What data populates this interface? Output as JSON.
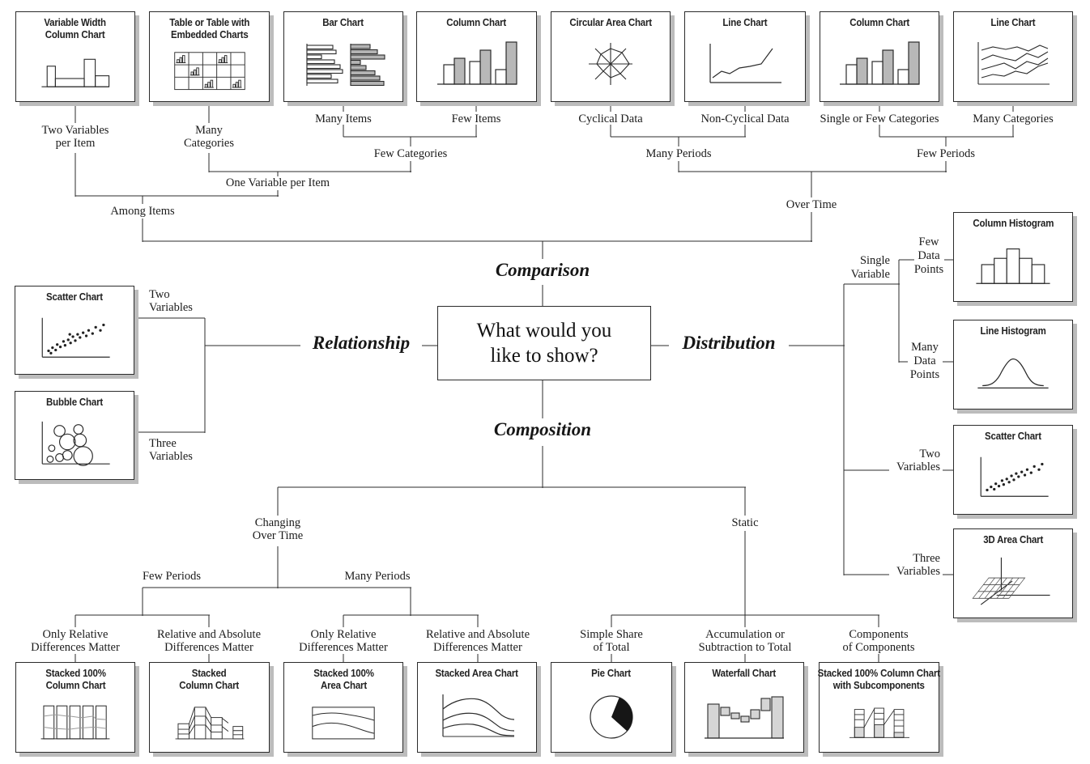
{
  "question": {
    "line1": "What would you",
    "line2": "like to show?"
  },
  "branches": {
    "comparison": "Comparison",
    "relationship": "Relationship",
    "distribution": "Distribution",
    "composition": "Composition"
  },
  "labels": {
    "two_variables_per_item": [
      "Two Variables",
      "per Item"
    ],
    "many_categories_top": [
      "Many",
      "Categories"
    ],
    "many_items": "Many Items",
    "few_items": "Few Items",
    "cyclical_data": "Cyclical Data",
    "non_cyclical_data": "Non-Cyclical Data",
    "single_or_few_categories": "Single or Few Categories",
    "many_categories_right": "Many Categories",
    "few_categories": "Few Categories",
    "many_periods_top": "Many Periods",
    "few_periods_top": "Few Periods",
    "one_variable_per_item": "One Variable per Item",
    "over_time": "Over Time",
    "among_items": "Among Items",
    "two_variables_rel": [
      "Two",
      "Variables"
    ],
    "three_variables_rel": [
      "Three",
      "Variables"
    ],
    "single_variable": [
      "Single",
      "Variable"
    ],
    "few_data_points": [
      "Few",
      "Data",
      "Points"
    ],
    "many_data_points": [
      "Many",
      "Data",
      "Points"
    ],
    "two_variables_dist": [
      "Two",
      "Variables"
    ],
    "three_variables_dist": [
      "Three",
      "Variables"
    ],
    "changing_over_time": [
      "Changing",
      "Over Time"
    ],
    "static_label": "Static",
    "few_periods_bottom": "Few Periods",
    "many_periods_bottom": "Many Periods",
    "only_relative_1": [
      "Only Relative",
      "Differences Matter"
    ],
    "rel_abs_1": [
      "Relative and Absolute",
      "Differences Matter"
    ],
    "only_relative_2": [
      "Only Relative",
      "Differences Matter"
    ],
    "rel_abs_2": [
      "Relative and Absolute",
      "Differences Matter"
    ],
    "simple_share": [
      "Simple Share",
      "of Total"
    ],
    "accumulation": [
      "Accumulation or",
      "Subtraction to Total"
    ],
    "components": [
      "Components",
      "of Components"
    ]
  },
  "nodes": {
    "variable_width_column": {
      "t1": "Variable Width",
      "t2": "Column Chart"
    },
    "table_embedded": {
      "t1": "Table or Table with",
      "t2": "Embedded Charts"
    },
    "bar_chart": {
      "t": "Bar Chart"
    },
    "column_chart_items": {
      "t": "Column Chart"
    },
    "circular_area_chart": {
      "t": "Circular Area Chart"
    },
    "line_chart_single": {
      "t": "Line Chart"
    },
    "column_chart_periods": {
      "t": "Column Chart"
    },
    "line_chart_multi": {
      "t": "Line Chart"
    },
    "scatter_relationship": {
      "t": "Scatter Chart"
    },
    "bubble_chart": {
      "t": "Bubble Chart"
    },
    "column_histogram": {
      "t": "Column Histogram"
    },
    "line_histogram": {
      "t": "Line Histogram"
    },
    "scatter_distribution": {
      "t": "Scatter Chart"
    },
    "area_3d": {
      "t": "3D Area Chart"
    },
    "stacked100_column": {
      "t1": "Stacked 100%",
      "t2": "Column Chart"
    },
    "stacked_column": {
      "t1": "Stacked",
      "t2": "Column Chart"
    },
    "stacked100_area": {
      "t1": "Stacked 100%",
      "t2": "Area Chart"
    },
    "stacked_area": {
      "t": "Stacked Area Chart"
    },
    "pie_chart": {
      "t": "Pie Chart"
    },
    "waterfall": {
      "t": "Waterfall Chart"
    },
    "stacked100_sub": {
      "t1": "Stacked 100% Column Chart",
      "t2": "with Subcomponents"
    }
  },
  "icons": [
    "variable-width-column-chart-icon",
    "embedded-table-icon",
    "bar-chart-icon",
    "grouped-column-chart-icon",
    "circular-area-chart-icon",
    "line-chart-icon",
    "multi-line-chart-icon",
    "scatter-chart-icon",
    "bubble-chart-icon",
    "column-histogram-icon",
    "line-histogram-icon",
    "3d-area-chart-icon",
    "stacked-100-column-icon",
    "stacked-column-icon",
    "stacked-100-area-icon",
    "stacked-area-icon",
    "pie-chart-icon",
    "waterfall-chart-icon",
    "stacked-100-subcomponents-icon"
  ],
  "colors": {
    "line": "#2b2b2b",
    "box_border": "#2b2b2b",
    "shadow": "#bcbcbc",
    "gray_fill": "#b8b8b8",
    "light_gray_fill": "#d5d5d5",
    "pie_wedge": "#161616",
    "background": "#ffffff"
  }
}
